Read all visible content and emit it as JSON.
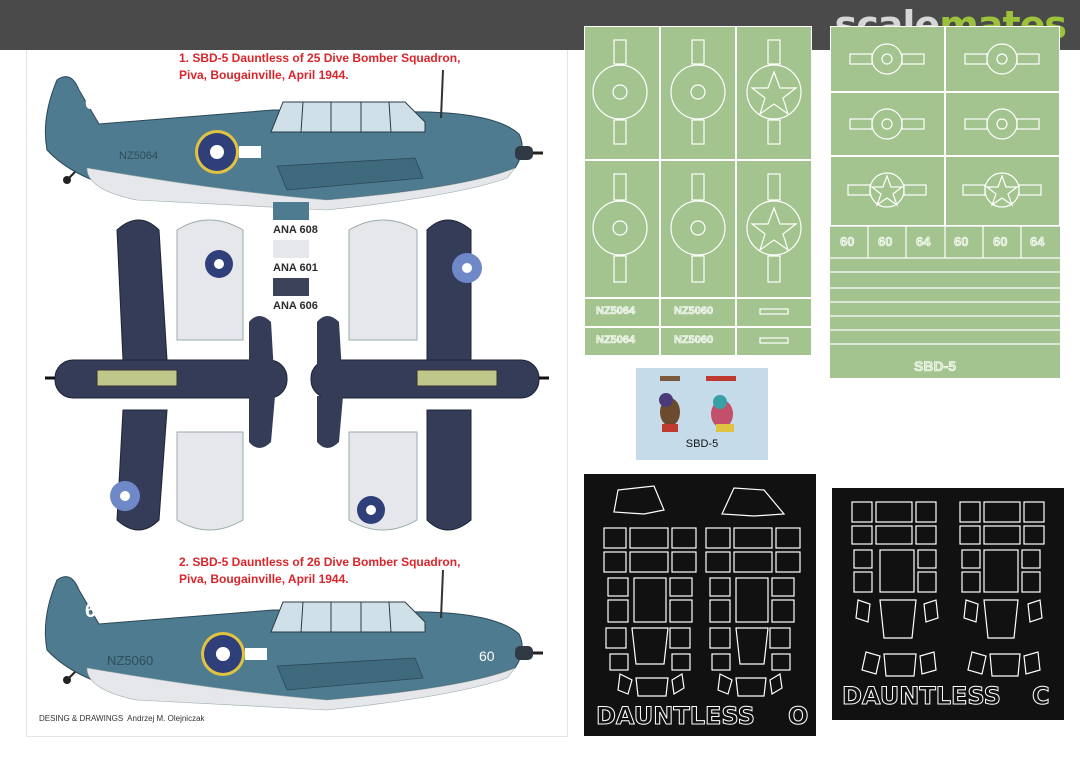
{
  "brand": {
    "part1": "scale",
    "part2": "mates"
  },
  "captions": {
    "first_line1": "1. SBD-5 Dauntless of 25 Dive Bomber Squadron,",
    "first_line2": "Piva, Bougainville, April 1944.",
    "second_line1": "2. SBD-5 Dauntless of 26 Dive Bomber Squadron,",
    "second_line2": "Piva, Bougainville, April 1944."
  },
  "colors": {
    "banner": "#4a4a4a",
    "ana608": "#4e7b8f",
    "ana601": "#e6e7ea",
    "ana606": "#3c4358",
    "mask_green": "#a3c38f",
    "mask_black": "#111111",
    "caption_red": "#d8262b"
  },
  "swatches": [
    {
      "label": "ANA 608",
      "color": "#4e7b8f"
    },
    {
      "label": "ANA 601",
      "color": "#e6e7ea"
    },
    {
      "label": "ANA 606",
      "color": "#3c4358"
    }
  ],
  "aircraft_1": {
    "number": "64",
    "serial": "NZ5064"
  },
  "aircraft_2": {
    "number": "60",
    "serial": "NZ5060",
    "nose_number": "60"
  },
  "mask_sheet_left": {
    "serials": [
      "NZ5064",
      "NZ5060",
      "NZ5064",
      "NZ5060"
    ]
  },
  "mask_sheet_right": {
    "numbers": [
      "60",
      "60",
      "64",
      "60",
      "60",
      "64"
    ],
    "label": "SBD-5"
  },
  "sticker": {
    "label": "SBD-5"
  },
  "black_sheet_left": {
    "title": "DAUNTLESS",
    "letter": "O"
  },
  "black_sheet_right": {
    "title": "DAUNTLESS",
    "letter": "C"
  },
  "credit": {
    "prefix": "DESING & DRAWINGS",
    "author": "Andrzej M. Olejniczak"
  }
}
